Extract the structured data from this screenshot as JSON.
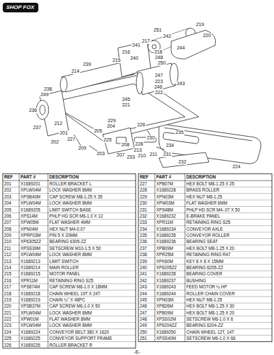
{
  "diagram": {
    "nodes": [
      {
        "text": [
          "SHOP FOX"
        ]
      }
    ],
    "labels": [
      "251",
      "242",
      "220",
      "217",
      "241",
      "244",
      "216",
      "218",
      "248",
      "240",
      "215",
      "250",
      "239",
      "214",
      "247",
      "243",
      "223",
      "246",
      "222",
      "238",
      "249",
      "245",
      "221",
      "236",
      "212",
      "229",
      "237",
      "204",
      "226",
      "235",
      "201",
      "205",
      "227",
      "225",
      "230",
      "202",
      "208",
      "228",
      "234",
      "209",
      "213",
      "203",
      "207",
      "233",
      "210",
      "211",
      "231",
      "232",
      "224",
      "219",
      "REF",
      "PART #",
      "DESCRIPTION",
      "201",
      "X1689201",
      "ROLLER BRACKET L",
      "202",
      "XPLW04M",
      "LOCK WASHER 8MM",
      "203",
      "XPSB40M",
      "CAP SCREW M8-1.25 X 35",
      "204",
      "XPLW04M",
      "LOCK WASHER 8MM",
      "205",
      "X1689205",
      "LIMIT SWITCH BASE",
      "206",
      "XPS14M",
      "PHLP HD SCR M6-1.0 X 12",
      "207",
      "XPW05M",
      "FLAT WASHER 4MM",
      "208",
      "XPN04M",
      "HEX NUT M4-0.07",
      "209",
      "XPRP03M",
      "PIN 5 X 20MM",
      "210",
      "XP6305ZZ",
      "BEARING 6305-ZZ",
      "211",
      "XPSS39M",
      "SETSCREW M10-1.5 X 50",
      "212",
      "XPLW04M",
      "LOCK WASHER 8MM",
      "213",
      "X1689213",
      "LIMIT SWITCH",
      "214",
      "X1689214",
      "MAIN ROLLER",
      "215",
      "X1689215",
      "MOTOR PANEL",
      "216",
      "XPR11M",
      "RETAINING RING S25",
      "217",
      "XPS874M",
      "CAP SCREW M6-1.0 X 18MM",
      "218",
      "X1689218",
      "CHAIN WHEEL 19T X 24T",
      "219",
      "X1689219",
      "CHAIN ¼\" X 48PC",
      "220",
      "XPSB37M",
      "CAP SCREW M6-1.0 X 50",
      "221",
      "XPLW04M",
      "LOCK WASHER 8MM",
      "222",
      "XPW01M",
      "FLAT WASHER 8MM",
      "223",
      "XPLW04M",
      "LOCK WASHER 8MM",
      "224",
      "X1689224",
      "CONVEYOR BELT 380 X 1620",
      "225",
      "X1689225",
      "CONVEYOR SUPPORT FRAME",
      "226",
      "X1689226",
      "ROLLER BRACKET R",
      "REF",
      "PART #",
      "DESCRIPTION",
      "227",
      "XPB07M",
      "HEX BOLT M8-1.25 X 25",
      "228",
      "X1689228",
      "BRASS ROLLER",
      "229",
      "XPN03M",
      "HEX NUT M8-1.25",
      "230",
      "XPW03M",
      "FLAT WASHER 6MM",
      "231",
      "XPS48M",
      "PHLP HD SCR M4-.07 X 50",
      "232",
      "X1689232",
      "E-BRAKE PANEL",
      "233",
      "XPR11M",
      "RETAINING RING S25",
      "234",
      "X1689234",
      "CONVEYOR AXLE",
      "235",
      "X1689235",
      "CONVEYOR ROLLER",
      "236",
      "X1689236",
      "BEARING SEAT",
      "237",
      "XPB09M",
      "HEX BOLT M8-1.25 X 20",
      "238",
      "XPR25M",
      "RETAINING RING R47",
      "239",
      "XPK60M",
      "KEY 8 X 8 X 15MM",
      "240",
      "XP6205ZZ",
      "BEARING 6205-ZZ",
      "241",
      "X1689235",
      "BEARING COVER",
      "242",
      "X1689237",
      "BUSHING",
      "243",
      "X1689243",
      "FEED MOTOR ¼ HP",
      "244",
      "X1689244",
      "ROLLER CHAIN COVER",
      "245",
      "XPN03M",
      "HEX NUT M8-1.25",
      "246",
      "XPB26M",
      "HEX BOLT M8-1.25 X 30",
      "247",
      "XPB09M",
      "HEX BOLT M8-1.25 X 20",
      "248",
      "XPSS02M",
      "SETSCREW M6-1.0 X 6",
      "249",
      "XP6204ZZ",
      "BEARING 6204-ZZ",
      "250",
      "X1689250",
      "CHAIN WHEEL 12T, 14T",
      "251",
      "XPSS40M",
      "SETSCREW M6-1.0 X 66",
      "-E-"
    ]
  }
}
